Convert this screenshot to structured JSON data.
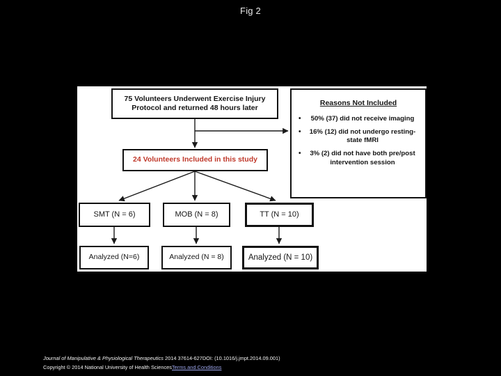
{
  "slide": {
    "title": "Fig 2",
    "background_color": "#000000",
    "figure_background": "#ffffff",
    "accent_red": "#c0392b",
    "link_color": "#9aa3e8"
  },
  "flowchart": {
    "type": "consort-flow-diagram",
    "nodes": {
      "enrolled": {
        "line1": "75 Volunteers Underwent Exercise Injury",
        "line2": "Protocol and returned 48 hours later"
      },
      "reasons": {
        "heading": "Reasons Not Included",
        "bullets": [
          "50% (37) did not receive imaging",
          "16% (12) did not undergo resting-state fMRI",
          "3% (2) did not have both pre/post intervention session"
        ]
      },
      "included": {
        "label": "24 Volunteers Included in this study"
      },
      "arms": [
        {
          "label": "SMT (N = 6)"
        },
        {
          "label": "MOB (N = 8)"
        },
        {
          "label": "TT (N = 10)"
        }
      ],
      "analyzed": [
        {
          "label": "Analyzed (N=6)"
        },
        {
          "label": "Analyzed (N = 8)"
        },
        {
          "label": "Analyzed (N = 10)"
        }
      ]
    }
  },
  "footer": {
    "citation": "Journal of Manipulative & Physiological Therapeutics",
    "citation_rest": " 2014 37614-627DOI: (10.1016/j.jmpt.2014.09.001)",
    "copyright": "Copyright © 2014 National University of Health Sciences",
    "terms_link": "Terms and Conditions"
  }
}
